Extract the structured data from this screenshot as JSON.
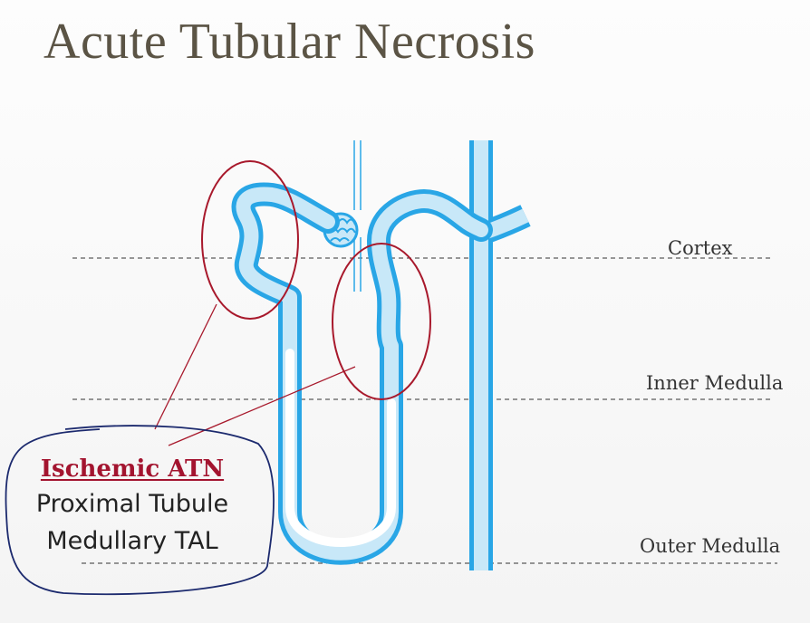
{
  "slide": {
    "title": "Acute Tubular Necrosis"
  },
  "zones": {
    "cortex": "Cortex",
    "inner_medulla": "Inner Medulla",
    "outer_medulla": "Outer Medulla"
  },
  "callout": {
    "heading": "Ischemic ATN",
    "line1": "Proximal Tubule",
    "line2": "Medullary TAL"
  },
  "colors": {
    "tubule_outline": "#29a6e6",
    "tubule_fill": "#c8e8f8",
    "highlight_circle": "#a8192c",
    "heading": "#a3142f",
    "annotation_ink": "#1c2a6e"
  }
}
